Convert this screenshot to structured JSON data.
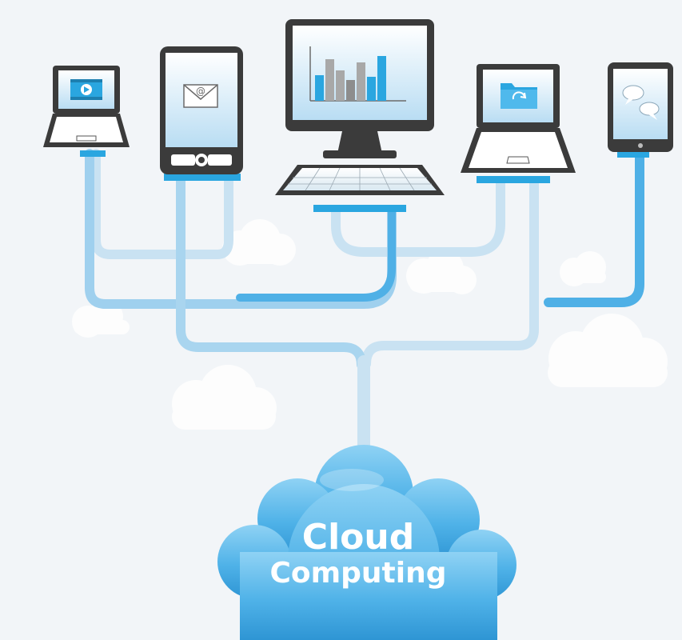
{
  "cloud": {
    "line1": "Cloud",
    "line2": "Computing"
  },
  "colors": {
    "background": "#f2f5f8",
    "pipe_light": "#c9e2f2",
    "pipe_mid": "#9fd0ee",
    "pipe_strong": "#4fb0e6",
    "cloud_fill": "#5ab8ea",
    "device_frame": "#3b3b3b",
    "screen": "#c8e6f7",
    "bar_blue": "#2aa6e0",
    "bar_gray": "#8d8d8d"
  },
  "devices": [
    {
      "kind": "laptop",
      "screen_icon": "video-icon"
    },
    {
      "kind": "phone",
      "screen_icon": "email-icon"
    },
    {
      "kind": "desktop",
      "screen_icon": "bar-chart-icon"
    },
    {
      "kind": "laptop",
      "screen_icon": "sync-folder-icon"
    },
    {
      "kind": "tablet",
      "screen_icon": "chat-icon"
    }
  ],
  "email_symbol": "@"
}
